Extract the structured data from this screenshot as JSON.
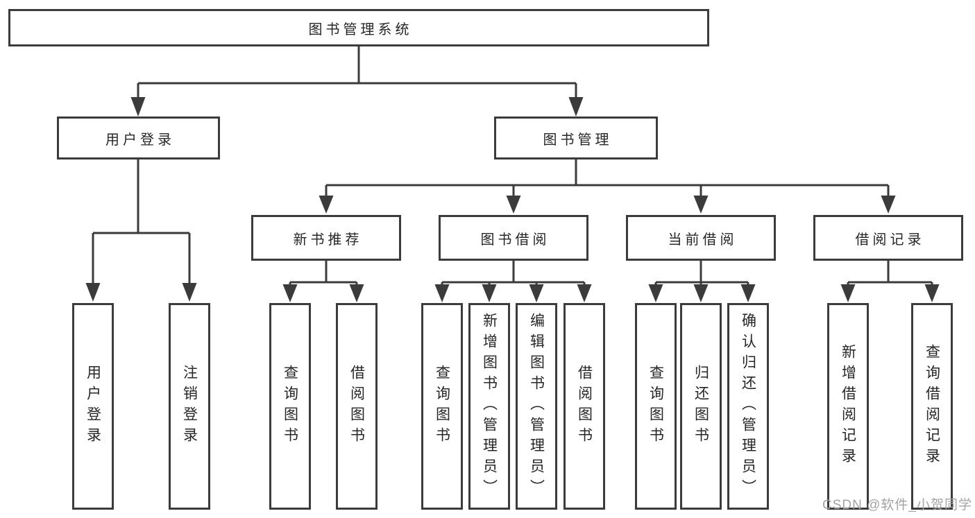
{
  "tree": {
    "root": {
      "label": "图书管理系统"
    },
    "user": {
      "label": "用户登录",
      "children": [
        {
          "label": "用户登录"
        },
        {
          "label": "注销登录"
        }
      ]
    },
    "mgmt": {
      "label": "图书管理",
      "groups": [
        {
          "label": "新书推荐",
          "children": [
            {
              "label": "查询图书"
            },
            {
              "label": "借阅图书"
            }
          ]
        },
        {
          "label": "图书借阅",
          "children": [
            {
              "label": "查询图书"
            },
            {
              "label": "新增图书（管理员）"
            },
            {
              "label": "编辑图书（管理员）"
            },
            {
              "label": "借阅图书"
            }
          ]
        },
        {
          "label": "当前借阅",
          "children": [
            {
              "label": "查询图书"
            },
            {
              "label": "归还图书"
            },
            {
              "label": "确认归还（管理员）"
            }
          ]
        },
        {
          "label": "借阅记录",
          "children": [
            {
              "label": "新增借阅记录"
            },
            {
              "label": "查询借阅记录"
            }
          ]
        }
      ]
    }
  },
  "watermark": {
    "text": "CSDN @软件_小贺同学"
  },
  "colors": {
    "line": "#3b3b3b",
    "text": "#262626",
    "watermark": "#a3a3a6",
    "background": "#ffffff"
  }
}
